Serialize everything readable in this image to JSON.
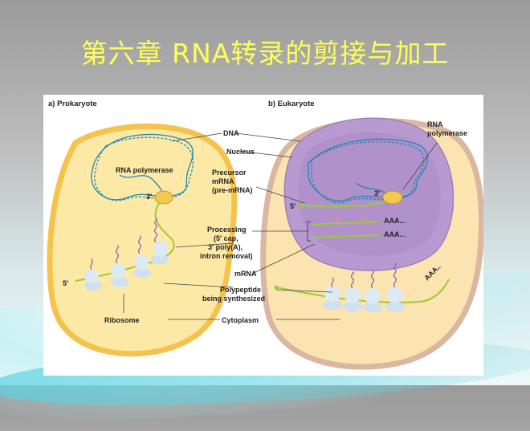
{
  "slide": {
    "title": "第六章  RNA转录的剪接与加工"
  },
  "figure": {
    "panel_a_title": "a) Prokaryote",
    "panel_b_title": "b) Eukaryote",
    "labels": {
      "dna": "DNA",
      "nucleus": "Nucleus",
      "rna_polymerase_a": "RNA polymerase",
      "rna_polymerase_b_line1": "RNA",
      "rna_polymerase_b_line2": "polymerase",
      "precursor_line1": "Precursor",
      "precursor_line2": "mRNA",
      "precursor_line3": "(pre-mRNA)",
      "processing_line1": "Processing",
      "processing_line2": "(5′ cap,",
      "processing_line3": "3′ poly(A),",
      "processing_line4": "intron removal)",
      "mrna": "mRNA",
      "polypeptide_line1": "Polypeptide",
      "polypeptide_line2": "being synthesized",
      "ribosome": "Ribosome",
      "cytoplasm": "Cytoplasm",
      "three_prime": "3′",
      "five_prime": "5′",
      "poly_a": "AAA...",
      "poly_a_short": "AAA.."
    },
    "colors": {
      "prokaryote_cell": "#fde9a6",
      "prokaryote_edge": "#f5c24c",
      "eukaryote_cell": "#fbe4b0",
      "eukaryote_edge": "#d9b7a0",
      "nucleus": "#b99ad0",
      "dna": "#1f86b8",
      "mrna": "#9acd32",
      "ribosome": "#cfe0f0",
      "polypeptide": "#8a5fa3"
    }
  }
}
